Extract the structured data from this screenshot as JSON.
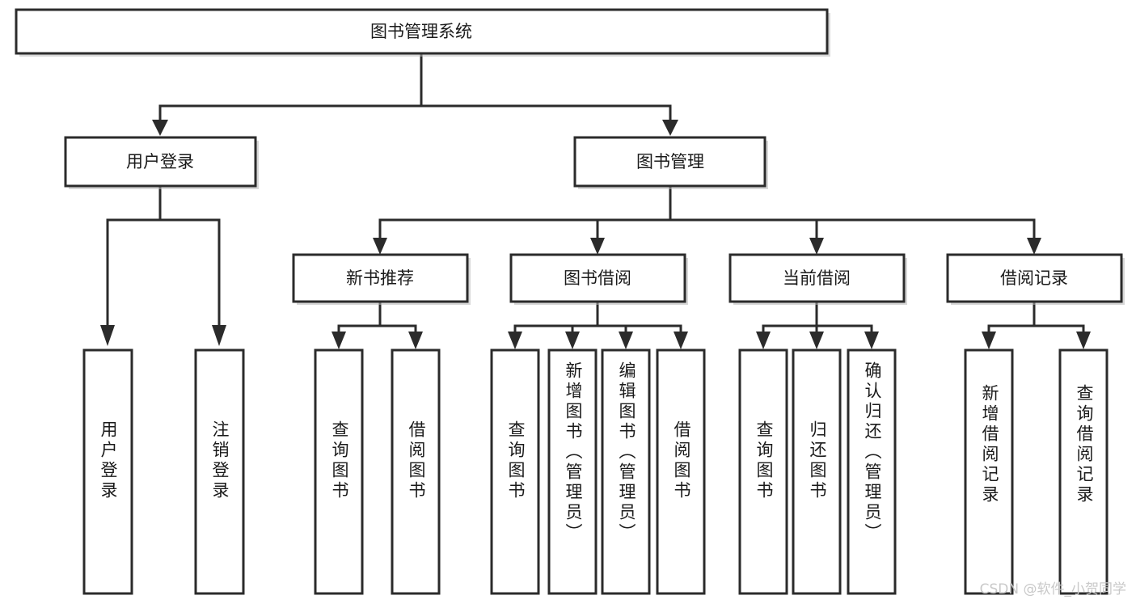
{
  "diagram": {
    "type": "tree-hierarchy",
    "title": "图书管理系统",
    "orientation": "top-down",
    "root": {
      "id": "root",
      "label": "图书管理系统"
    },
    "level2": [
      {
        "id": "user-login",
        "label": "用户登录"
      },
      {
        "id": "book-manage",
        "label": "图书管理"
      }
    ],
    "level3": [
      {
        "id": "new-book-rec",
        "label": "新书推荐",
        "parent": "book-manage"
      },
      {
        "id": "book-borrow",
        "label": "图书借阅",
        "parent": "book-manage"
      },
      {
        "id": "current-borrow",
        "label": "当前借阅",
        "parent": "book-manage"
      },
      {
        "id": "borrow-record",
        "label": "借阅记录",
        "parent": "book-manage"
      }
    ],
    "leaves": [
      {
        "id": "leaf-user-login",
        "label": "用户登录",
        "parent": "user-login"
      },
      {
        "id": "leaf-logout",
        "label": "注销登录",
        "parent": "user-login"
      },
      {
        "id": "leaf-query-book-1",
        "label": "查询图书",
        "parent": "new-book-rec"
      },
      {
        "id": "leaf-borrow-book-1",
        "label": "借阅图书",
        "parent": "new-book-rec"
      },
      {
        "id": "leaf-query-book-2",
        "label": "查询图书",
        "parent": "book-borrow"
      },
      {
        "id": "leaf-add-book",
        "label": "新增图书（管理员）",
        "parent": "book-borrow"
      },
      {
        "id": "leaf-edit-book",
        "label": "编辑图书（管理员）",
        "parent": "book-borrow"
      },
      {
        "id": "leaf-borrow-book-2",
        "label": "借阅图书",
        "parent": "book-borrow"
      },
      {
        "id": "leaf-query-book-3",
        "label": "查询图书",
        "parent": "current-borrow"
      },
      {
        "id": "leaf-return-book",
        "label": "归还图书",
        "parent": "current-borrow"
      },
      {
        "id": "leaf-confirm-return",
        "label": "确认归还（管理员）",
        "parent": "current-borrow"
      },
      {
        "id": "leaf-add-record",
        "label": "新增借阅记录",
        "parent": "borrow-record"
      },
      {
        "id": "leaf-query-record",
        "label": "查询借阅记录",
        "parent": "borrow-record"
      }
    ]
  },
  "watermark": {
    "text": "CSDN @软件_小贺同学"
  },
  "colors": {
    "stroke": "#2b2b2b",
    "fill": "#ffffff",
    "text": "#1a1a1a",
    "watermark": "#c9c9c9",
    "shadow": "#b8b8b8"
  }
}
